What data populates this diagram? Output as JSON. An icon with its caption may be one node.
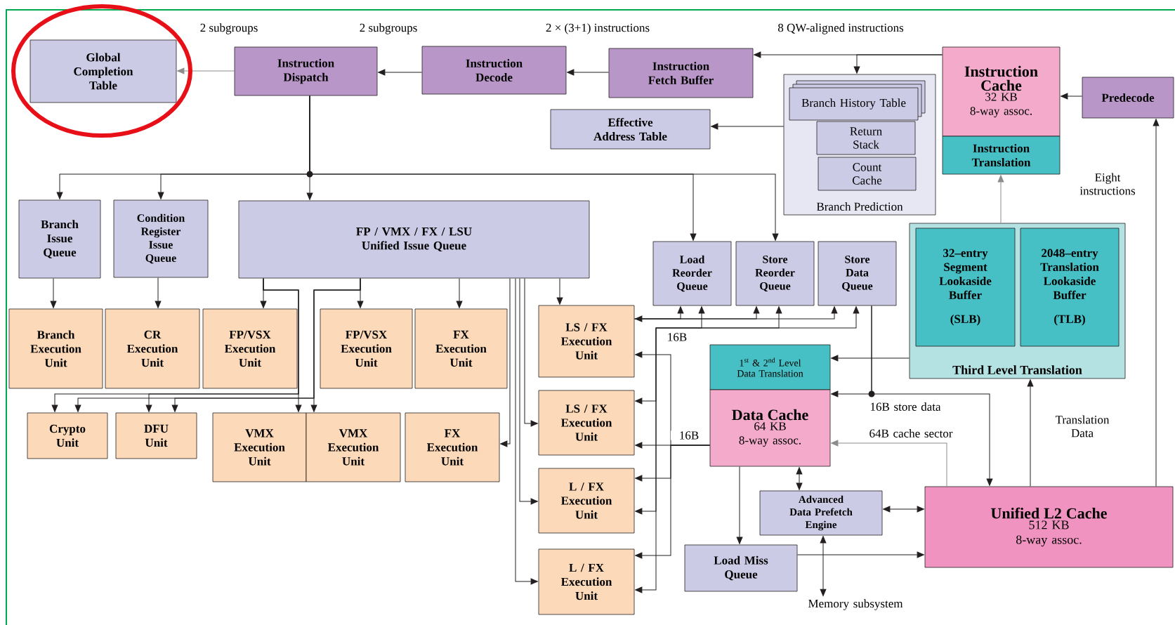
{
  "diagram": {
    "nodes": [
      {
        "text": [
          "Global Completion Table"
        ]
      },
      {
        "text": [
          "Instruction Dispatch"
        ]
      },
      {
        "text": [
          "Instruction Decode"
        ]
      },
      {
        "text": [
          "Instruction Fetch Buffer"
        ]
      },
      {
        "text": [
          "Instruction Cache",
          "32 KB 8-way assoc."
        ]
      },
      {
        "text": [
          "Instruction Translation"
        ]
      },
      {
        "text": [
          "Predecode"
        ]
      },
      {
        "text": [
          "Branch Prediction"
        ]
      },
      {
        "text": [
          "Branch History Table"
        ],
        "in": 7
      },
      {
        "text": [
          "Return Stack"
        ],
        "in": 7
      },
      {
        "text": [
          "Count Cache"
        ],
        "in": 7
      },
      {
        "text": [
          "Effective Address Table"
        ]
      },
      {
        "text": [
          "Branch Issue Queue"
        ]
      },
      {
        "text": [
          "Condition Register Issue Queue"
        ]
      },
      {
        "text": [
          "FP / VMX / FX / LSU Unified Issue Queue"
        ]
      },
      {
        "text": [
          "Load Reorder Queue"
        ]
      },
      {
        "text": [
          "Store Reorder Queue"
        ]
      },
      {
        "text": [
          "Store Data Queue"
        ]
      },
      {
        "text": [
          "Third Level Translation"
        ]
      },
      {
        "text": [
          "32–entry Segment Lookaside Buffer",
          "(SLB)"
        ],
        "in": 18
      },
      {
        "text": [
          "2048–entry Translation Lookaside Buffer",
          "(TLB)"
        ],
        "in": 18
      },
      {
        "text": [
          "Branch Execution Unit"
        ]
      },
      {
        "text": [
          "CR Execution Unit"
        ]
      },
      {
        "text": [
          "FP/VSX Execution Unit"
        ]
      },
      {
        "text": [
          "FP/VSX Execution Unit"
        ]
      },
      {
        "text": [
          "FX Execution Unit"
        ]
      },
      {
        "text": [
          "LS / FX Execution Unit"
        ]
      },
      {
        "text": [
          "Crypto Unit"
        ]
      },
      {
        "text": [
          "DFU Unit"
        ]
      },
      {
        "text": [
          "VMX Execution Unit"
        ]
      },
      {
        "text": [
          "VMX Execution Unit"
        ]
      },
      {
        "text": [
          "FX Execution Unit"
        ]
      },
      {
        "text": [
          "LS / FX Execution Unit"
        ]
      },
      {
        "text": [
          "L / FX Execution Unit"
        ]
      },
      {
        "text": [
          "L / FX Execution Unit"
        ]
      },
      {
        "text": [
          "1$^{st}$ & 2$^{nd}$ Level Data Translation"
        ]
      },
      {
        "text": [
          "Data Cache",
          "64 KB 8-way assoc."
        ]
      },
      {
        "text": [
          "Advanced Data Prefetch Engine"
        ]
      },
      {
        "text": [
          "Load Miss Queue"
        ]
      },
      {
        "text": [
          "Unified L2 Cache",
          "512 KB 8-way assoc."
        ]
      },
      {
        "text": [
          "Memory subsystem"
        ]
      }
    ],
    "edges": [
      {
        "from": 1,
        "to": 0,
        "arrow": "to",
        "color": "#8c8c8c"
      },
      {
        "from": 2,
        "to": 1,
        "arrow": "to"
      },
      {
        "from": 3,
        "to": 2,
        "arrow": "to"
      },
      {
        "from": 4,
        "to": 3,
        "arrow": "to"
      },
      {
        "from": 4,
        "to": 7,
        "arrow": "to"
      },
      {
        "from": 7,
        "to": 11,
        "arrow": "to"
      },
      {
        "from": 6,
        "to": 4,
        "arrow": "to"
      },
      {
        "from": 18,
        "to": 5,
        "arrow": "to",
        "color": "#8c8c8c"
      },
      {
        "from": 39,
        "to": 6,
        "arrow": "to",
        "label": "Eight instructions"
      },
      {
        "from": 39,
        "to": 18,
        "arrow": "to",
        "label": "Translation Data"
      },
      {
        "from": 18,
        "to": 35,
        "arrow": "to"
      },
      {
        "from": 1,
        "to": 12,
        "arrow": "to"
      },
      {
        "from": 1,
        "to": 13,
        "arrow": "to"
      },
      {
        "from": 1,
        "to": 14,
        "arrow": "to"
      },
      {
        "from": 1,
        "to": 15,
        "arrow": "to"
      },
      {
        "from": 1,
        "to": 16,
        "arrow": "to"
      },
      {
        "from": 12,
        "to": 21,
        "arrow": "to"
      },
      {
        "from": 13,
        "to": 22,
        "arrow": "to"
      },
      {
        "from": 14,
        "to": 23,
        "arrow": "to"
      },
      {
        "from": 14,
        "to": 24,
        "arrow": "to"
      },
      {
        "from": 14,
        "to": 25,
        "arrow": "to"
      },
      {
        "from": 14,
        "to": 26,
        "arrow": "to"
      },
      {
        "from": 14,
        "to": 29,
        "arrow": "to"
      },
      {
        "from": 14,
        "to": 30,
        "arrow": "to"
      },
      {
        "from": 14,
        "to": 27,
        "arrow": "to"
      },
      {
        "from": 14,
        "to": 27,
        "arrow": "to"
      },
      {
        "from": 14,
        "to": 28,
        "arrow": "to"
      },
      {
        "from": 14,
        "to": 28,
        "arrow": "to"
      },
      {
        "from": 14,
        "to": 31,
        "arrow": "to"
      },
      {
        "from": 14,
        "to": 32,
        "arrow": "to"
      },
      {
        "from": 14,
        "to": 33,
        "arrow": "to"
      },
      {
        "from": 14,
        "to": 34,
        "arrow": "to"
      },
      {
        "from": 26,
        "to": 15,
        "arrow": "both"
      },
      {
        "from": 26,
        "to": 16,
        "arrow": "to"
      },
      {
        "from": 26,
        "to": 17,
        "arrow": "to"
      },
      {
        "from": 32,
        "to": 15,
        "arrow": "both"
      },
      {
        "from": 33,
        "to": 16,
        "arrow": "both"
      },
      {
        "from": 34,
        "to": 17,
        "arrow": "both"
      },
      {
        "from": 36,
        "to": 32,
        "arrow": "to",
        "label": "16B"
      },
      {
        "from": 36,
        "to": 26,
        "arrow": "to"
      },
      {
        "from": 36,
        "to": 33,
        "arrow": "to"
      },
      {
        "from": 36,
        "to": 34,
        "arrow": "to"
      },
      {
        "from": 17,
        "to": 36,
        "arrow": "to",
        "label": "16B store data"
      },
      {
        "from": 17,
        "to": 39,
        "arrow": "to"
      },
      {
        "from": 39,
        "to": 36,
        "arrow": "to",
        "label": "64B cache sector",
        "color": "#8c8c8c"
      },
      {
        "from": 36,
        "to": 37,
        "arrow": "both"
      },
      {
        "from": 37,
        "to": 39,
        "arrow": "both"
      },
      {
        "from": 36,
        "to": 38,
        "arrow": "to"
      },
      {
        "from": 38,
        "to": 39,
        "arrow": "to"
      },
      {
        "from": 37,
        "to": 40,
        "arrow": "both"
      }
    ],
    "labels": [
      "2 subgroups",
      "2 subgroups",
      "2 × (3+1) instructions",
      "8 QW-aligned instructions",
      "16B"
    ]
  }
}
